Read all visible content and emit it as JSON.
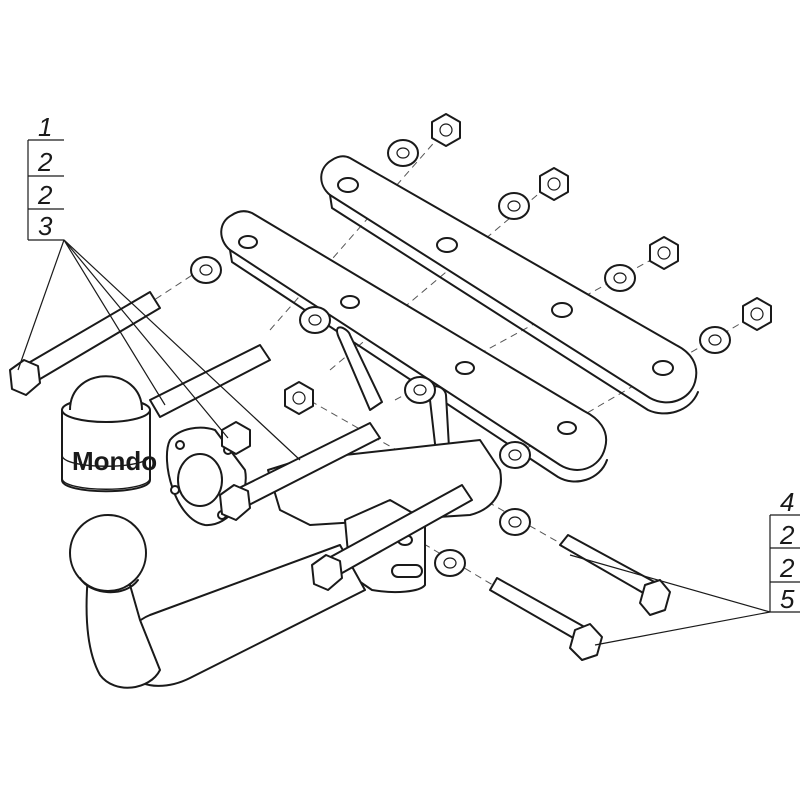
{
  "callout_left": {
    "numbers": [
      "1",
      "2",
      "2",
      "3"
    ]
  },
  "callout_right": {
    "numbers": [
      "4",
      "2",
      "2",
      "5"
    ]
  },
  "ball_cap_marking": "Mondo"
}
